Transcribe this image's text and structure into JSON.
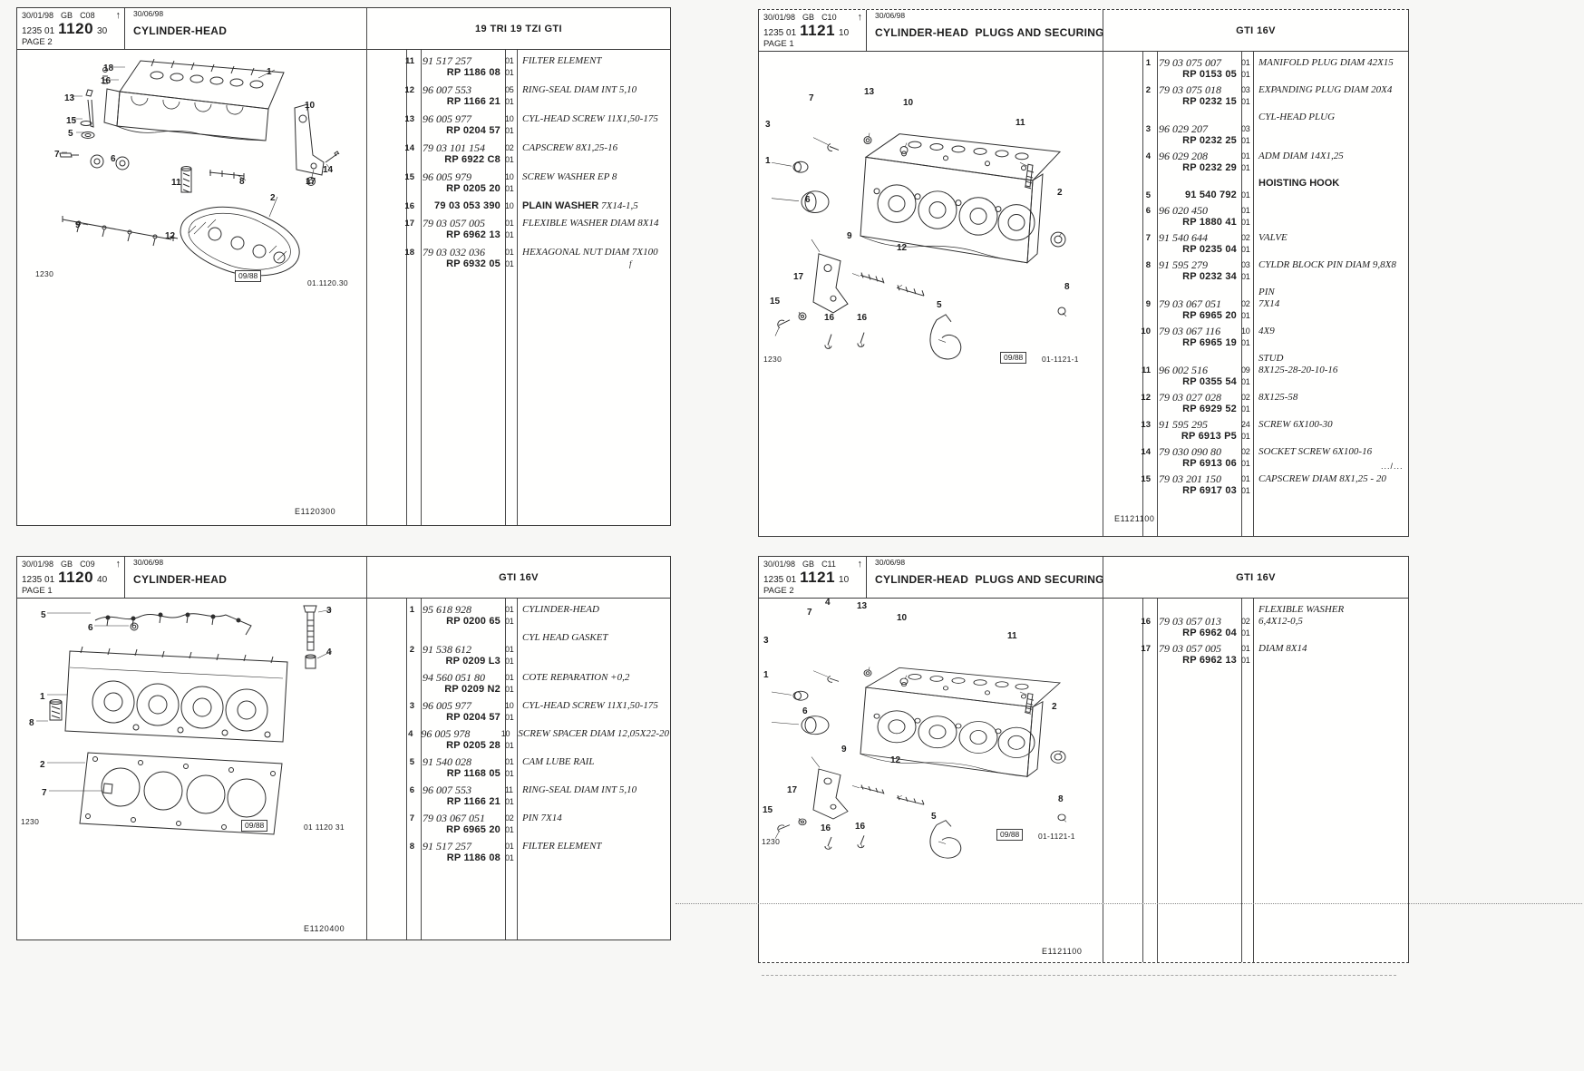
{
  "sheet": {
    "ink": "#1d1d1d",
    "paper": "#fffffe",
    "border": "#3c3c3c"
  },
  "panels": [
    {
      "stamp": {
        "date": "30/01/98",
        "lang": "GB",
        "code": "C08",
        "arrow": "↑",
        "ref_pre": "1235 01",
        "ref_main": "1120",
        "ref_suf": "30",
        "page": "PAGE 2",
        "issue_date": "30/06/98"
      },
      "title": "CYLINDER-HEAD",
      "variant": "19 TRI 19 TZI GTI",
      "footer_code": "E1120300",
      "diagram": {
        "plate": "1230",
        "rev": "09/88",
        "ref": "01.1120.30",
        "callouts": [
          [
            "1",
            275,
            66
          ],
          [
            "18",
            95,
            62
          ],
          [
            "16",
            92,
            76
          ],
          [
            "13",
            52,
            95
          ],
          [
            "15",
            54,
            120
          ],
          [
            "5",
            56,
            134
          ],
          [
            "7",
            41,
            157
          ],
          [
            "6",
            103,
            162
          ],
          [
            "11",
            170,
            188
          ],
          [
            "9",
            64,
            235
          ],
          [
            "12",
            163,
            247
          ],
          [
            "8",
            245,
            187
          ],
          [
            "17",
            318,
            187
          ],
          [
            "14",
            337,
            174
          ],
          [
            "10",
            317,
            103
          ],
          [
            "2",
            279,
            205
          ]
        ]
      },
      "rows": [
        {
          "no": "11",
          "pn": "91 517 257",
          "rp": "RP 1186 08",
          "q": "01",
          "q2": "01",
          "d": "FILTER ELEMENT"
        },
        {
          "no": "12",
          "pn": "96 007 553",
          "rp": "RP 1166 21",
          "q": "05",
          "q2": "01",
          "d": "RING-SEAL DIAM INT 5,10"
        },
        {
          "no": "13",
          "pn": "96 005 977",
          "rp": "RP 0204 57",
          "q": "10",
          "q2": "01",
          "d": "CYL-HEAD SCREW 11X1,50-175"
        },
        {
          "no": "14",
          "pn": "79 03 101 154",
          "rp": "RP 6922 C8",
          "q": "02",
          "q2": "01",
          "d": "CAPSCREW 8X1,25-16"
        },
        {
          "no": "15",
          "pn": "96 005 979",
          "rp": "RP 0205 20",
          "q": "10",
          "q2": "01",
          "d": "SCREW WASHER EP 8"
        },
        {
          "no": "16",
          "pn": "79 03 053 390",
          "pn_bold": true,
          "q": "10",
          "db": "PLAIN WASHER",
          "d": "7X14-1,5"
        },
        {
          "no": "17",
          "pn": "79 03 057 005",
          "rp": "RP 6962 13",
          "q": "01",
          "q2": "01",
          "d": "FLEXIBLE WASHER DIAM 8X14"
        },
        {
          "no": "18",
          "pn": "79 03 032 036",
          "rp": "RP 6932 05",
          "q": "01",
          "q2": "01",
          "d": "HEXAGONAL NUT DIAM 7X100",
          "d2": "f"
        }
      ]
    },
    {
      "stamp": {
        "date": "30/01/98",
        "lang": "GB",
        "code": "C10",
        "arrow": "↑",
        "ref_pre": "1235 01",
        "ref_main": "1121",
        "ref_suf": "10",
        "page": "PAGE 1",
        "issue_date": "30/06/98"
      },
      "title": "CYLINDER-HEAD  PLUGS AND SECURING",
      "variant": "GTI 16V",
      "footer_code": "E1121100",
      "corner_mark": ".../...",
      "diagram": {
        "plate": "1230",
        "rev": "09/88",
        "ref": "01-1121-1",
        "callouts": [
          [
            "7",
            55,
            93
          ],
          [
            "13",
            116,
            86
          ],
          [
            "10",
            159,
            98
          ],
          [
            "3",
            7,
            122
          ],
          [
            "1",
            7,
            162
          ],
          [
            "11",
            283,
            120
          ],
          [
            "2",
            329,
            197
          ],
          [
            "6",
            51,
            205
          ],
          [
            "9",
            97,
            245
          ],
          [
            "12",
            152,
            258
          ],
          [
            "17",
            38,
            290
          ],
          [
            "15",
            12,
            317
          ],
          [
            "16",
            72,
            335
          ],
          [
            "16",
            108,
            335
          ],
          [
            "5",
            196,
            321
          ],
          [
            "8",
            337,
            301
          ]
        ]
      },
      "rows": [
        {
          "no": "1",
          "pn": "79 03 075 007",
          "rp": "RP 0153 05",
          "q": "01",
          "q2": "01",
          "d": "MANIFOLD PLUG DIAM 42X15"
        },
        {
          "no": "2",
          "pn": "79 03 075 018",
          "rp": "RP 0232 15",
          "q": "03",
          "q2": "01",
          "d": "EXPANDING PLUG DIAM 20X4"
        },
        {
          "no": "3",
          "pre": "CYL-HEAD PLUG",
          "pn": "96 029 207",
          "rp": "RP 0232 25",
          "q": "03",
          "q2": "01",
          "d": ""
        },
        {
          "no": "4",
          "pn": "96 029 208",
          "rp": "RP 0232 29",
          "q": "01",
          "q2": "01",
          "d": "ADM DIAM 14X1,25"
        },
        {
          "no": "5",
          "pre": "HOISTING HOOK",
          "pre_bold": true,
          "pn": "91 540 792",
          "pn_bold": true,
          "q": "01",
          "d": ""
        },
        {
          "no": "6",
          "pn": "96 020 450",
          "rp": "RP 1880 41",
          "q": "01",
          "q2": "01",
          "d": ""
        },
        {
          "no": "7",
          "pn": "91 540 644",
          "rp": "RP 0235 04",
          "q": "02",
          "q2": "01",
          "d": "VALVE"
        },
        {
          "no": "8",
          "pn": "91 595 279",
          "rp": "RP 0232 34",
          "q": "03",
          "q2": "01",
          "d": "CYLDR BLOCK PIN DIAM 9,8X8"
        },
        {
          "no": "9",
          "pre": "PIN",
          "pn": "79 03 067 051",
          "rp": "RP 6965 20",
          "q": "02",
          "q2": "01",
          "d": "7X14"
        },
        {
          "no": "10",
          "pn": "79 03 067 116",
          "rp": "RP 6965 19",
          "q": "10",
          "q2": "01",
          "d": "4X9"
        },
        {
          "no": "11",
          "pre": "STUD",
          "pn": "96 002 516",
          "rp": "RP 0355 54",
          "q": "09",
          "q2": "01",
          "d": "8X125-28-20-10-16"
        },
        {
          "no": "12",
          "pn": "79 03 027 028",
          "rp": "RP 6929 52",
          "q": "02",
          "q2": "01",
          "d": "8X125-58"
        },
        {
          "no": "13",
          "pn": "91 595 295",
          "rp": "RP 6913 P5",
          "q": "24",
          "q2": "01",
          "d": "SCREW 6X100-30"
        },
        {
          "no": "14",
          "pn": "79 030 090 80",
          "rp": "RP 6913 06",
          "q": "02",
          "q2": "01",
          "d": "SOCKET SCREW 6X100-16"
        },
        {
          "no": "15",
          "pn": "79 03 201 150",
          "rp": "RP 6917 03",
          "q": "01",
          "q2": "01",
          "d": "CAPSCREW DIAM 8X1,25 - 20"
        }
      ]
    },
    {
      "stamp": {
        "date": "30/01/98",
        "lang": "GB",
        "code": "C09",
        "arrow": "↑",
        "ref_pre": "1235 01",
        "ref_main": "1120",
        "ref_suf": "40",
        "page": "PAGE 1",
        "issue_date": "30/06/98"
      },
      "title": "CYLINDER-HEAD",
      "variant": "GTI 16V",
      "footer_code": "E1120400",
      "diagram": {
        "plate": "1230",
        "rev": "09/88",
        "ref": "01 1120 31",
        "callouts": [
          [
            "5",
            26,
            60
          ],
          [
            "3",
            341,
            55
          ],
          [
            "6",
            78,
            74
          ],
          [
            "4",
            341,
            101
          ],
          [
            "1",
            25,
            150
          ],
          [
            "8",
            13,
            179
          ],
          [
            "2",
            25,
            225
          ],
          [
            "7",
            27,
            256
          ]
        ]
      },
      "rows": [
        {
          "no": "1",
          "pn": "95 618 928",
          "rp": "RP 0200 65",
          "q": "01",
          "q2": "01",
          "d": "CYLINDER-HEAD"
        },
        {
          "no": "2",
          "pre": "CYL HEAD GASKET",
          "pn": "91 538 612",
          "rp": "RP 0209 L3",
          "q": "01",
          "q2": "01",
          "d": ""
        },
        {
          "no": "",
          "pn": "94 560 051 80",
          "rp": "RP 0209 N2",
          "q": "01",
          "q2": "01",
          "d": "COTE REPARATION +0,2"
        },
        {
          "no": "3",
          "pn": "96 005 977",
          "rp": "RP 0204 57",
          "q": "10",
          "q2": "01",
          "d": "CYL-HEAD SCREW 11X1,50-175"
        },
        {
          "no": "4",
          "pn": "96 005 978",
          "rp": "RP 0205 28",
          "q": "10",
          "q2": "01",
          "d": "SCREW SPACER DIAM 12,05X22-20"
        },
        {
          "no": "5",
          "pn": "91 540 028",
          "rp": "RP 1168 05",
          "q": "01",
          "q2": "01",
          "d": "CAM LUBE RAIL"
        },
        {
          "no": "6",
          "pn": "96 007 553",
          "rp": "RP 1166 21",
          "q": "11",
          "q2": "01",
          "d": "RING-SEAL DIAM INT 5,10"
        },
        {
          "no": "7",
          "pn": "79 03 067 051",
          "rp": "RP 6965 20",
          "q": "02",
          "q2": "01",
          "d": "PIN 7X14"
        },
        {
          "no": "8",
          "pn": "91 517 257",
          "rp": "RP 1186 08",
          "q": "01",
          "q2": "01",
          "d": "FILTER ELEMENT"
        }
      ]
    },
    {
      "stamp": {
        "date": "30/01/98",
        "lang": "GB",
        "code": "C11",
        "arrow": "↑",
        "ref_pre": "1235 01",
        "ref_main": "1121",
        "ref_suf": "10",
        "page": "PAGE 2",
        "issue_date": "30/06/98"
      },
      "title": "CYLINDER-HEAD  PLUGS AND SECURING",
      "variant": "GTI 16V",
      "footer_code": "E1121100",
      "diagram": {
        "plate": "1230",
        "rev": "09/88",
        "ref": "01-1121-1",
        "callouts": [
          [
            "4",
            73,
            46
          ],
          [
            "7",
            53,
            57
          ],
          [
            "13",
            108,
            50
          ],
          [
            "10",
            152,
            63
          ],
          [
            "3",
            5,
            88
          ],
          [
            "1",
            5,
            126
          ],
          [
            "11",
            274,
            83
          ],
          [
            "2",
            323,
            161
          ],
          [
            "6",
            48,
            166
          ],
          [
            "9",
            91,
            208
          ],
          [
            "12",
            145,
            220
          ],
          [
            "17",
            31,
            253
          ],
          [
            "15",
            4,
            275
          ],
          [
            "16",
            68,
            295
          ],
          [
            "16",
            106,
            293
          ],
          [
            "5",
            190,
            282
          ],
          [
            "8",
            330,
            263
          ]
        ]
      },
      "rows": [
        {
          "no": "16",
          "pre": "FLEXIBLE WASHER",
          "pn": "79 03 057 013",
          "rp": "RP 6962 04",
          "q": "02",
          "q2": "01",
          "d": "6,4X12-0,5"
        },
        {
          "no": "17",
          "pn": "79 03 057 005",
          "rp": "RP 6962 13",
          "q": "01",
          "q2": "01",
          "d": "DIAM 8X14"
        }
      ]
    }
  ]
}
